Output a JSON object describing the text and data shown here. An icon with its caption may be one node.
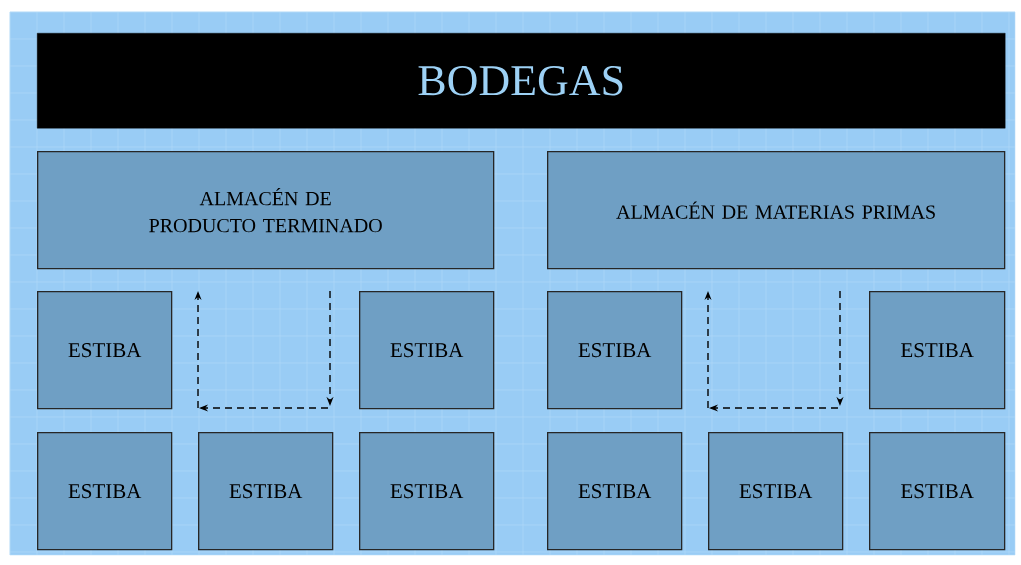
{
  "diagram": {
    "nodes": [
      {
        "text": [
          "BODEGAS"
        ]
      },
      {
        "text": [
          "ALMACÉN DE PRODUCTO TERMINADO"
        ]
      },
      {
        "text": [
          "ALMACÉN DE MATERIAS PRIMAS"
        ]
      },
      {
        "text": [
          "ESTIBA"
        ]
      },
      {
        "text": [
          "ESTIBA"
        ]
      },
      {
        "text": [
          "ESTIBA"
        ]
      },
      {
        "text": [
          "ESTIBA"
        ]
      },
      {
        "text": [
          "ESTIBA"
        ]
      },
      {
        "text": [
          "ESTIBA"
        ]
      },
      {
        "text": [
          "ESTIBA"
        ]
      },
      {
        "text": [
          "ESTIBA"
        ]
      },
      {
        "text": [
          "ESTIBA"
        ]
      },
      {
        "text": [
          "ESTIBA"
        ]
      }
    ]
  }
}
